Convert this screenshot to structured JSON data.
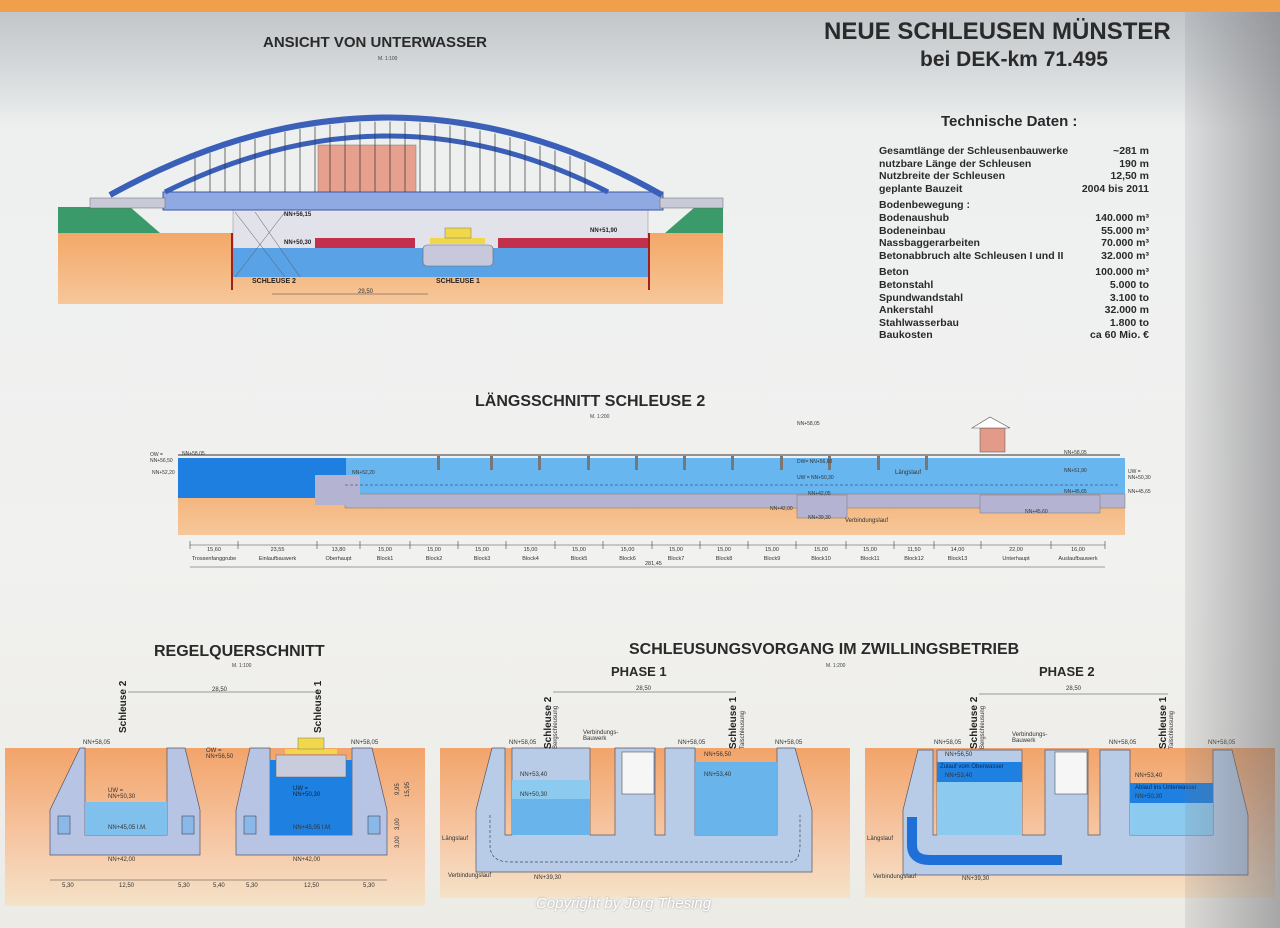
{
  "header": {
    "title": "NEUE SCHLEUSEN MÜNSTER",
    "subtitle": "bei DEK-km 71.495"
  },
  "elevation": {
    "title": "ANSICHT VON UNTERWASSER",
    "scale": "M. 1:100",
    "level_top": "NN+56,15",
    "level_water": "NN+50,30",
    "level_right": "NN+51,90",
    "lock2": "SCHLEUSE 2",
    "lock1": "SCHLEUSE 1",
    "spacing": "29,50"
  },
  "tech": {
    "title": "Technische Daten :",
    "groups": [
      [
        {
          "label": "Gesamtlänge der Schleusenbauwerke",
          "value": "~281 m"
        },
        {
          "label": "nutzbare Länge der Schleusen",
          "value": "190 m"
        },
        {
          "label": "Nutzbreite der Schleusen",
          "value": "12,50 m"
        },
        {
          "label": "geplante Bauzeit",
          "value": "2004 bis 2011"
        }
      ],
      [
        {
          "label": "Bodenbewegung :",
          "value": ""
        },
        {
          "label": "Bodenaushub",
          "value": "140.000 m³"
        },
        {
          "label": "Bodeneinbau",
          "value": "55.000 m³"
        },
        {
          "label": "Nassbaggerarbeiten",
          "value": "70.000 m³"
        },
        {
          "label": "Betonabbruch alte Schleusen I und II",
          "value": "32.000 m³"
        }
      ],
      [
        {
          "label": "Beton",
          "value": "100.000 m³"
        },
        {
          "label": "Betonstahl",
          "value": "5.000 to"
        },
        {
          "label": "Spundwandstahl",
          "value": "3.100 to"
        },
        {
          "label": "Ankerstahl",
          "value": "32.000 m"
        },
        {
          "label": "Stahlwasserbau",
          "value": "1.800 to"
        },
        {
          "label": "Baukosten",
          "value": "ca 60 Mio. €"
        }
      ]
    ]
  },
  "longitudinal": {
    "title": "LÄNGSSCHNITT SCHLEUSE 2",
    "scale": "M. 1:200",
    "ow": "OW = NN+56,50",
    "top_level": "NN+58,05",
    "left_level": "NN+52,20",
    "mid_level": "NN+52,20",
    "dw": "DW= NN+56,60",
    "uw": "UW = NN+50,30",
    "floor": "NN+42,05",
    "floor_left": "NN+42,00",
    "floor_low": "NN+39,30",
    "channel": "Längslauf",
    "connection": "Verbindungslauf",
    "right_top": "NN+58,05",
    "right_mid": "NN+51,90",
    "right_uw": "UW = NN+50,30",
    "right_low": "NN+45,65",
    "right_floor": "NN+45,60",
    "segments": [
      {
        "length": "15,60",
        "name": "Trossenfanggrube"
      },
      {
        "length": "23,55",
        "name": "Einlaufbauwerk"
      },
      {
        "length": "13,80",
        "name": "Oberhaupt"
      },
      {
        "length": "15,00",
        "name": "Block1"
      },
      {
        "length": "15,00",
        "name": "Block2"
      },
      {
        "length": "15,00",
        "name": "Block3"
      },
      {
        "length": "15,00",
        "name": "Block4"
      },
      {
        "length": "15,00",
        "name": "Block5"
      },
      {
        "length": "15,00",
        "name": "Block6"
      },
      {
        "length": "15,00",
        "name": "Block7"
      },
      {
        "length": "15,00",
        "name": "Block8"
      },
      {
        "length": "15,00",
        "name": "Block9"
      },
      {
        "length": "15,00",
        "name": "Block10"
      },
      {
        "length": "15,00",
        "name": "Block11"
      },
      {
        "length": "11,50",
        "name": "Block12"
      },
      {
        "length": "14,00",
        "name": "Block13"
      },
      {
        "length": "22,00",
        "name": "Unterhaupt"
      },
      {
        "length": "16,00",
        "name": "Auslaufbauwerk"
      }
    ],
    "total": "281,45"
  },
  "cross_section": {
    "title": "REGELQUERSCHNITT",
    "scale": "M. 1:100",
    "lock2": "Schleuse 2",
    "lock1": "Schleuse 1",
    "spacing": "28,50",
    "top_left": "NN+58,05",
    "top_right": "NN+58,05",
    "ow": "OW = NN+56,50",
    "uw_left": "UW = NN+50,30",
    "uw_right": "UW = NN+50,30",
    "floor_left": "NN+45,05 I.M.",
    "floor_right": "NN+45,05 I.M.",
    "base_left": "NN+42,00",
    "base_right": "NN+42,00",
    "heights": [
      "9,95",
      "15,95",
      "3,00",
      "3,00"
    ],
    "widths": [
      "5,30",
      "12,50",
      "5,30",
      "5,40",
      "5,30",
      "12,50",
      "5,30"
    ]
  },
  "operation": {
    "title": "SCHLEUSUNGSVORGANG IM ZWILLINGSBETRIEB",
    "scale": "M. 1:200",
    "phase1": {
      "title": "PHASE  1",
      "spacing": "28,50",
      "lock2": "Schleuse 2",
      "lock2_sub": "Bergschleusung",
      "lock1": "Schleuse 1",
      "lock1_sub": "Talschleusung",
      "connector": "Verbindungs- Bauwerk",
      "top_a": "NN+58,05",
      "top_b": "NN+58,05",
      "top_c": "NN+58,05",
      "l_high": "NN+53,40",
      "l_low": "NN+50,30",
      "r_top": "NN+56,50",
      "r_high": "NN+53,40",
      "channel": "Längslauf",
      "connection": "Verbindungslauf",
      "base": "NN+39,30"
    },
    "phase2": {
      "title": "PHASE  2",
      "spacing": "28,50",
      "lock2": "Schleuse 2",
      "lock2_sub": "Bergschleusung",
      "lock1": "Schleuse 1",
      "lock1_sub": "Talschleusung",
      "connector": "Verbindungs- Bauwerk",
      "top_a": "NN+58,05",
      "top_b": "NN+58,05",
      "top_c": "NN+58,05",
      "l_top": "NN+56,50",
      "inflow": "Zulauf vom Oberwasser",
      "l_high": "NN+53,40",
      "r_high": "NN+53,40",
      "outflow": "Ablauf ins Unterwasser",
      "r_low": "NN+50,30",
      "channel": "Längslauf",
      "connection": "Verbindungslauf",
      "base": "NN+39,30"
    }
  },
  "copyright": "Copyright  by Jörg Thesing"
}
